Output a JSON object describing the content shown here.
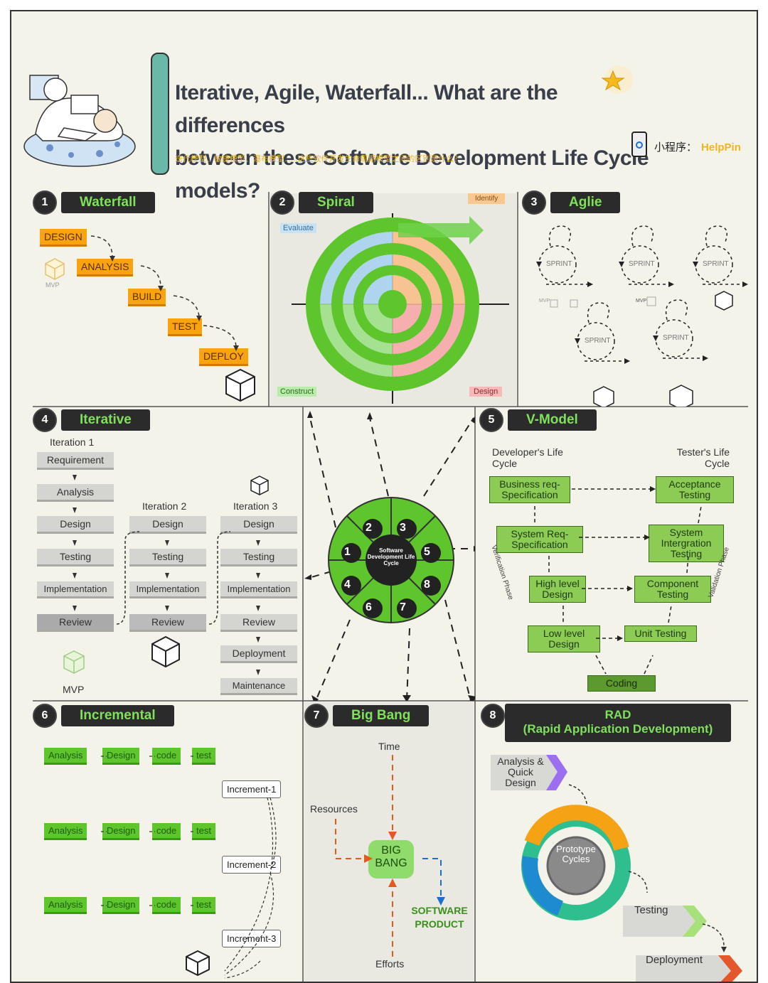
{
  "title": {
    "line1": "Iterative, Agile, Waterfall... What are the differences",
    "line2": "between these Software Development Life Cycle models?",
    "subtitle": "迭代模型、敏捷模型、瀑布模型......这些软件开发生命周期模型之间的区别是什么？",
    "mini_label": "小程序：",
    "mini_brand": "HelpPin"
  },
  "waterfall": {
    "num": "1",
    "label": "Waterfall",
    "steps": [
      "DESIGN",
      "ANALYSIS",
      "BUILD",
      "TEST",
      "DEPLOY"
    ],
    "mvp": "MVP"
  },
  "spiral": {
    "num": "2",
    "label": "Spiral",
    "quadrants": [
      "Evaluate",
      "Identify",
      "Construct",
      "Design"
    ]
  },
  "agile": {
    "num": "3",
    "label": "Aglie",
    "sprint": "SPRINT",
    "mvp": "MVP"
  },
  "iterative": {
    "num": "4",
    "label": "Iterative",
    "iter1": "Iteration 1",
    "iter2": "Iteration 2",
    "iter3": "Iteration 3",
    "col1": [
      "Requirement",
      "Analysis",
      "Design",
      "Testing",
      "Implementation",
      "Review"
    ],
    "col2": [
      "Design",
      "Testing",
      "Implementation",
      "Review"
    ],
    "col3": [
      "Design",
      "Testing",
      "Implementation",
      "Review",
      "Deployment",
      "Maintenance"
    ],
    "mvp": "MVP"
  },
  "center": {
    "label": "Software Development Life Cycle",
    "nums": [
      "1",
      "2",
      "3",
      "4",
      "5",
      "6",
      "7",
      "8"
    ]
  },
  "vmodel": {
    "num": "5",
    "label": "V-Model",
    "dev": "Developer's Life Cycle",
    "tester": "Tester's Life Cycle",
    "left": [
      "Business req- Specification",
      "System Req- Specification",
      "High level Design",
      "Low level Design"
    ],
    "right": [
      "Acceptance Testing",
      "System Intergration Testing",
      "Component Testing",
      "Unit Testing"
    ],
    "bottom": "Coding",
    "verification": "Verification Phase",
    "validation": "Validation Phase"
  },
  "incremental": {
    "num": "6",
    "label": "Incremental",
    "row": [
      "Analysis",
      "Design",
      "code",
      "test"
    ],
    "increments": [
      "Increment-1",
      "Increment-2",
      "Increment-3"
    ]
  },
  "bigbang": {
    "num": "7",
    "label": "Big Bang",
    "time": "Time",
    "resources": "Resources",
    "efforts": "Efforts",
    "core": "BIG BANG",
    "product": "SOFTWARE PRODUCT"
  },
  "rad": {
    "num": "8",
    "label": "RAD",
    "label2": "(Rapid Application Development)",
    "analysis": "Analysis & Quick Design",
    "proto": "Prototype Cycles",
    "testing": "Testing",
    "deployment": "Deployment"
  },
  "colors": {
    "header_bg": "#2b2b2b",
    "header_text": "#7fe05c",
    "waterfall_chip": "#f9a30e",
    "green_chip": "#5ec52d",
    "background": "#f3f3e9"
  }
}
